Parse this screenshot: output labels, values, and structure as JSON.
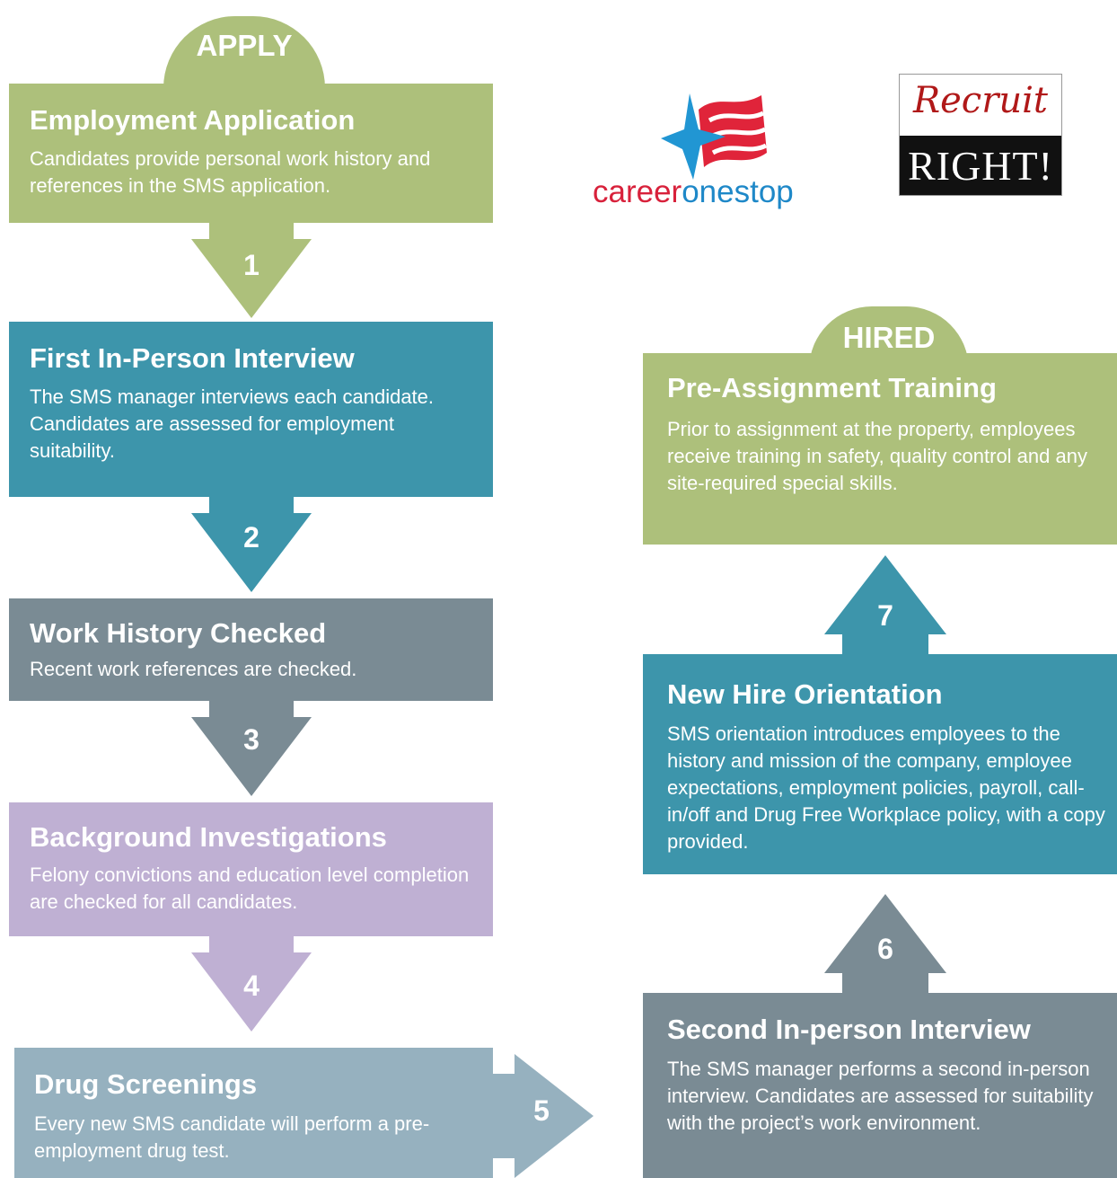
{
  "colors": {
    "green": "#adc07b",
    "teal": "#3d95ab",
    "slate": "#7a8b94",
    "lavender": "#bfb0d3",
    "steel": "#96b1bf"
  },
  "tabs": {
    "apply": "APPLY",
    "hired": "HIRED"
  },
  "steps": {
    "application": {
      "title": "Employment Application",
      "text": "Candidates provide personal work history and references in the SMS application."
    },
    "first_interview": {
      "title": "First In-Person Interview",
      "text": "The SMS manager interviews each candidate. Candidates are assessed for employment suitability."
    },
    "work_history": {
      "title": "Work History Checked",
      "text": "Recent work references are checked."
    },
    "background": {
      "title": "Background Investigations",
      "text": "Felony convictions and education level completion are checked for all candidates."
    },
    "drug": {
      "title": "Drug Screenings",
      "text": "Every new SMS candidate will perform a pre-employment drug test."
    },
    "second_interview": {
      "title": "Second In-person Interview",
      "text": "The SMS manager performs a second in-person interview. Candidates are assessed for suitability with the project’s work environment."
    },
    "orientation": {
      "title": "New Hire Orientation",
      "text": "SMS orientation introduces employees to the history and mission of the company, employee expectations, employment policies, payroll, call-in/off and Drug Free Workplace policy, with a copy provided."
    },
    "training": {
      "title": "Pre-Assignment Training",
      "text": "Prior to assignment at the property, employees receive training in safety, quality control and any site-required special skills."
    }
  },
  "arrows": {
    "a1": "1",
    "a2": "2",
    "a3": "3",
    "a4": "4",
    "a5": "5",
    "a6": "6",
    "a7": "7"
  },
  "logos": {
    "careeronestop": {
      "career": "career",
      "onestop": "onestop"
    },
    "recruit_right": {
      "script": "Recruit",
      "word": "RIGHT!"
    }
  }
}
